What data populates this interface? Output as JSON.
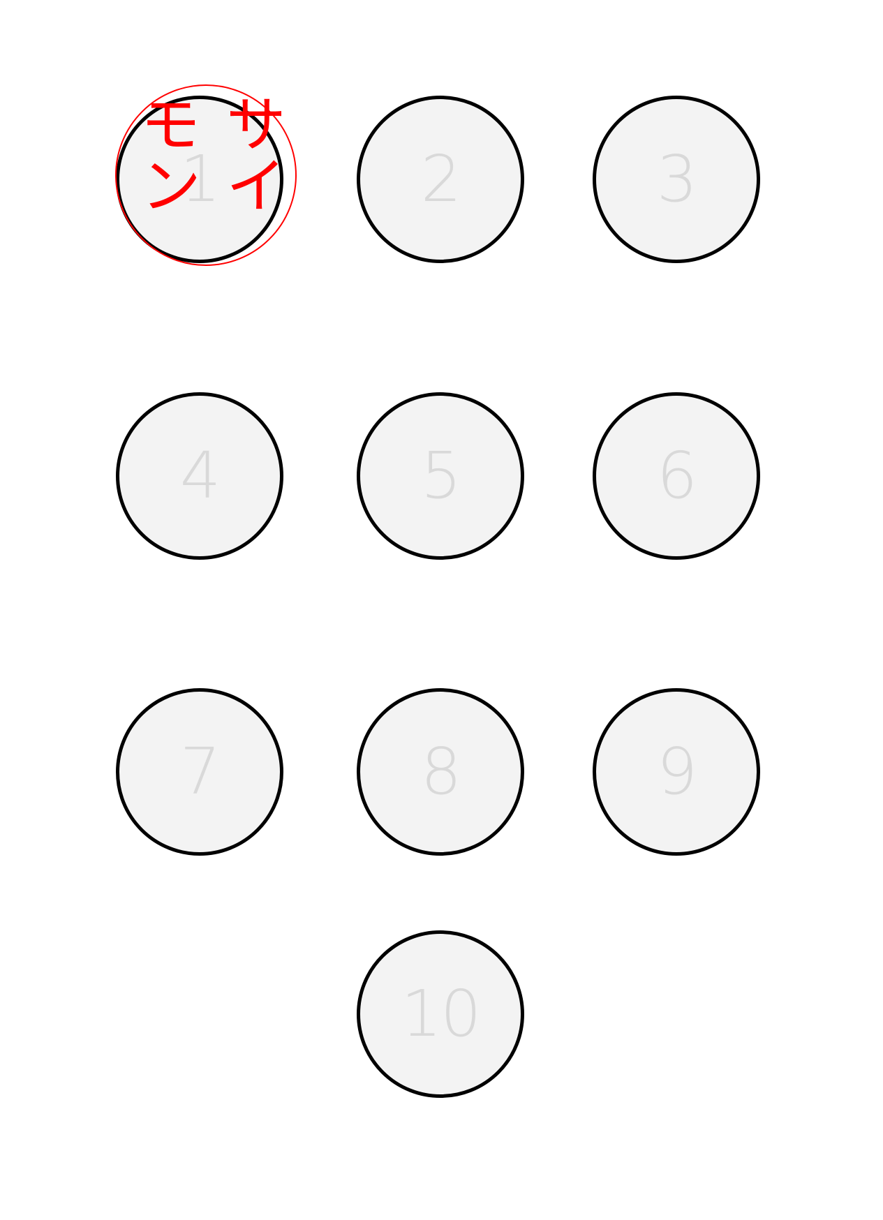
{
  "slots": [
    {
      "label": "1",
      "stamped": true
    },
    {
      "label": "2",
      "stamped": false
    },
    {
      "label": "3",
      "stamped": false
    },
    {
      "label": "4",
      "stamped": false
    },
    {
      "label": "5",
      "stamped": false
    },
    {
      "label": "6",
      "stamped": false
    },
    {
      "label": "7",
      "stamped": false
    },
    {
      "label": "8",
      "stamped": false
    },
    {
      "label": "9",
      "stamped": false
    },
    {
      "label": "10",
      "stamped": false
    }
  ],
  "seal": {
    "text_left": "モン",
    "text_right": "サイ",
    "color": "#ff0000"
  },
  "colors": {
    "slot_fill": "#f3f3f3",
    "slot_border": "#000000",
    "number": "#d9d9d9"
  }
}
